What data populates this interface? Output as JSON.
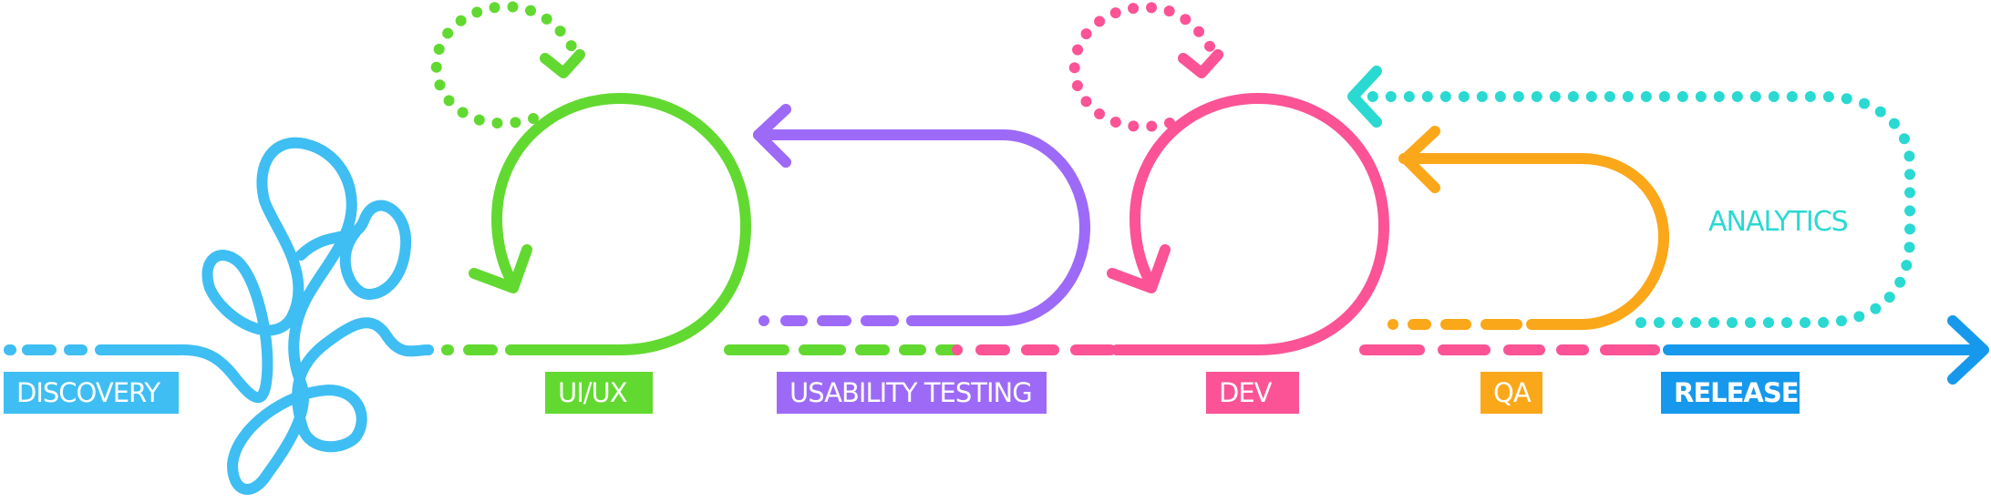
{
  "stages": [
    {
      "id": "discovery",
      "label": "DISCOVERY",
      "color": "#3ebef3"
    },
    {
      "id": "uiux",
      "label": "UI/UX",
      "color": "#62d930"
    },
    {
      "id": "usability",
      "label": "USABILITY TESTING",
      "color": "#9d6af7"
    },
    {
      "id": "dev",
      "label": "DEV",
      "color": "#fb5396"
    },
    {
      "id": "qa",
      "label": "QA",
      "color": "#fba71a"
    },
    {
      "id": "release",
      "label": "RELEASE",
      "color": "#1699ec"
    }
  ],
  "feedback": {
    "analytics_label": "ANALYTICS",
    "analytics_color": "#2ad9d1"
  }
}
